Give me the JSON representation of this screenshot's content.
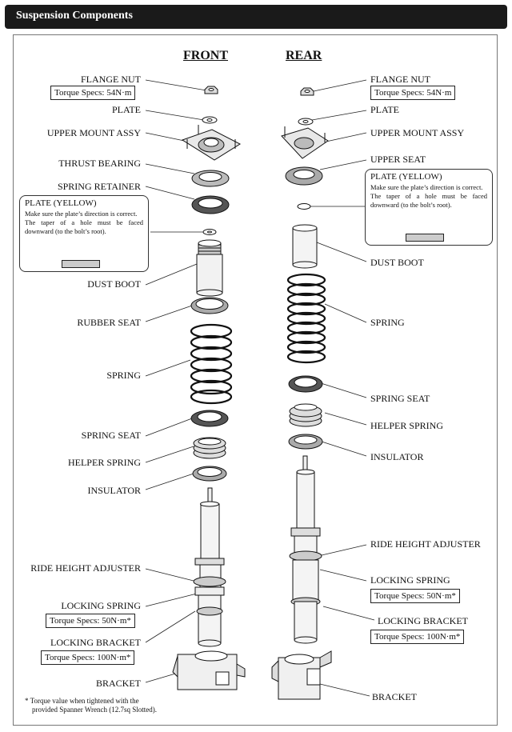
{
  "header": {
    "title": "Suspension Components"
  },
  "columns": {
    "front": "FRONT",
    "rear": "REAR"
  },
  "front": {
    "flange_nut": "FLANGE NUT",
    "flange_nut_torque": "Torque Specs: 54N·m",
    "plate": "PLATE",
    "upper_mount": "UPPER MOUNT ASSY",
    "thrust_bearing": "THRUST BEARING",
    "spring_retainer": "SPRING RETAINER",
    "plate_note": {
      "title": "PLATE (YELLOW)",
      "line1": "Make sure the plate’s direction is correct.",
      "line2": "The taper of a hole must be faced downward (to the bolt’s root)."
    },
    "dust_boot": "DUST BOOT",
    "rubber_seat": "RUBBER SEAT",
    "spring": "SPRING",
    "spring_seat": "SPRING SEAT",
    "helper_spring": "HELPER SPRING",
    "insulator": "INSULATOR",
    "ride_height_adjuster": "RIDE HEIGHT ADJUSTER",
    "locking_spring": "LOCKING SPRING",
    "locking_spring_torque": "Torque Specs: 50N·m*",
    "locking_bracket": "LOCKING BRACKET",
    "locking_bracket_torque": "Torque Specs: 100N·m*",
    "bracket": "BRACKET",
    "footnote1": "* Torque value when tightened with the",
    "footnote2": "provided Spanner Wrench (12.7sq Slotted)."
  },
  "rear": {
    "flange_nut": "FLANGE NUT",
    "flange_nut_torque": "Torque Specs: 54N·m",
    "plate": "PLATE",
    "upper_mount": "UPPER MOUNT ASSY",
    "upper_seat": "UPPER SEAT",
    "plate_note": {
      "title": "PLATE (YELLOW)",
      "line1": "Make sure the plate’s direction is correct.",
      "line2": "The taper of a hole must be faced downward (to the bolt’s root)."
    },
    "dust_boot": "DUST BOOT",
    "spring": "SPRING",
    "spring_seat": "SPRING SEAT",
    "helper_spring": "HELPER SPRING",
    "insulator": "INSULATOR",
    "ride_height_adjuster": "RIDE HEIGHT ADJUSTER",
    "locking_spring": "LOCKING SPRING",
    "locking_spring_torque": "Torque Specs: 50N·m*",
    "locking_bracket": "LOCKING BRACKET",
    "locking_bracket_torque": "Torque Specs: 100N·m*",
    "bracket": "BRACKET"
  }
}
